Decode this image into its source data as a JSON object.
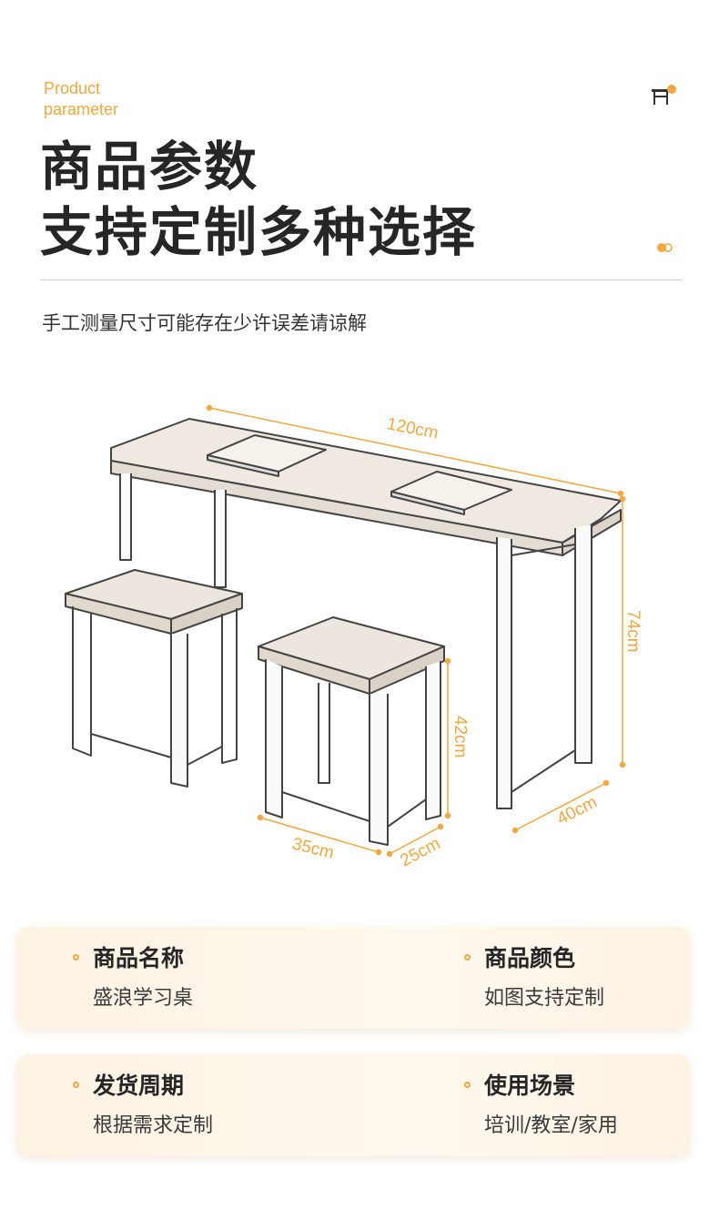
{
  "header": {
    "en_line1": "Product",
    "en_line2": "parameter",
    "title_line1": "商品参数",
    "title_line2": "支持定制多种选择",
    "subtitle": "手工测量尺寸可能存在少许误差请谅解"
  },
  "icons": {
    "corner": "desk-icon",
    "dots": "dots-icon"
  },
  "dimensions": {
    "table_length": "120cm",
    "table_height": "74cm",
    "table_depth": "40cm",
    "stool_height": "42cm",
    "stool_width": "35cm",
    "stool_depth": "25cm"
  },
  "specs": [
    {
      "label": "商品名称",
      "value": "盛浪学习桌"
    },
    {
      "label": "商品颜色",
      "value": "如图支持定制"
    },
    {
      "label": "发货周期",
      "value": "根据需求定制"
    },
    {
      "label": "使用场景",
      "value": "培训/教室/家用"
    }
  ],
  "colors": {
    "accent": "#f3a73c",
    "card_bg": "#fdf3e3",
    "title": "#262626"
  }
}
